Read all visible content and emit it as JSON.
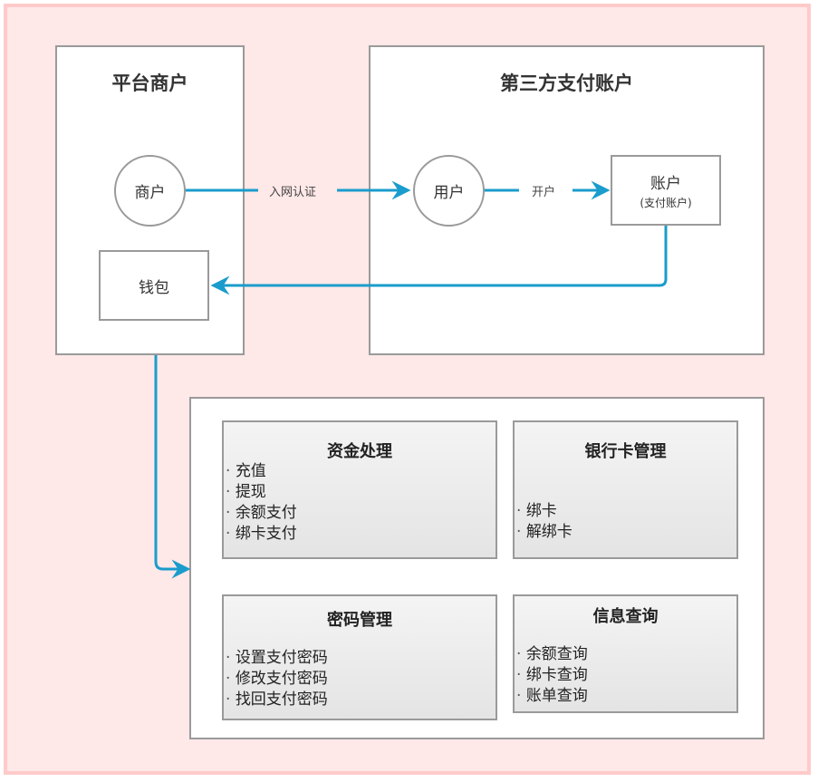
{
  "colors": {
    "frame_bg": "#ffe8e8",
    "frame_border": "#ffcaca",
    "connector": "#1a9ccc",
    "box_border": "#9a9a9a"
  },
  "platform_panel": {
    "title": "平台商户",
    "merchant_node": "商户",
    "wallet_node": "钱包"
  },
  "third_party_panel": {
    "title": "第三方支付账户",
    "user_node": "用户",
    "account_node": {
      "label": "账户",
      "sublabel": "(支付账户)"
    }
  },
  "edges": [
    {
      "from": "商户",
      "to": "用户",
      "label": "入网认证"
    },
    {
      "from": "用户",
      "to": "账户",
      "label": "开户"
    },
    {
      "from": "账户",
      "to": "钱包",
      "label": ""
    },
    {
      "from": "平台商户",
      "to": "功能模块",
      "label": ""
    }
  ],
  "functions": {
    "cards": [
      {
        "title": "资金处理",
        "items": [
          "充值",
          "提现",
          "余额支付",
          "绑卡支付"
        ]
      },
      {
        "title": "银行卡管理",
        "items": [
          "绑卡",
          "解绑卡"
        ]
      },
      {
        "title": "密码管理",
        "items": [
          "设置支付密码",
          "修改支付密码",
          "找回支付密码"
        ]
      },
      {
        "title": "信息查询",
        "items": [
          "余额查询",
          "绑卡查询",
          "账单查询"
        ]
      }
    ]
  }
}
